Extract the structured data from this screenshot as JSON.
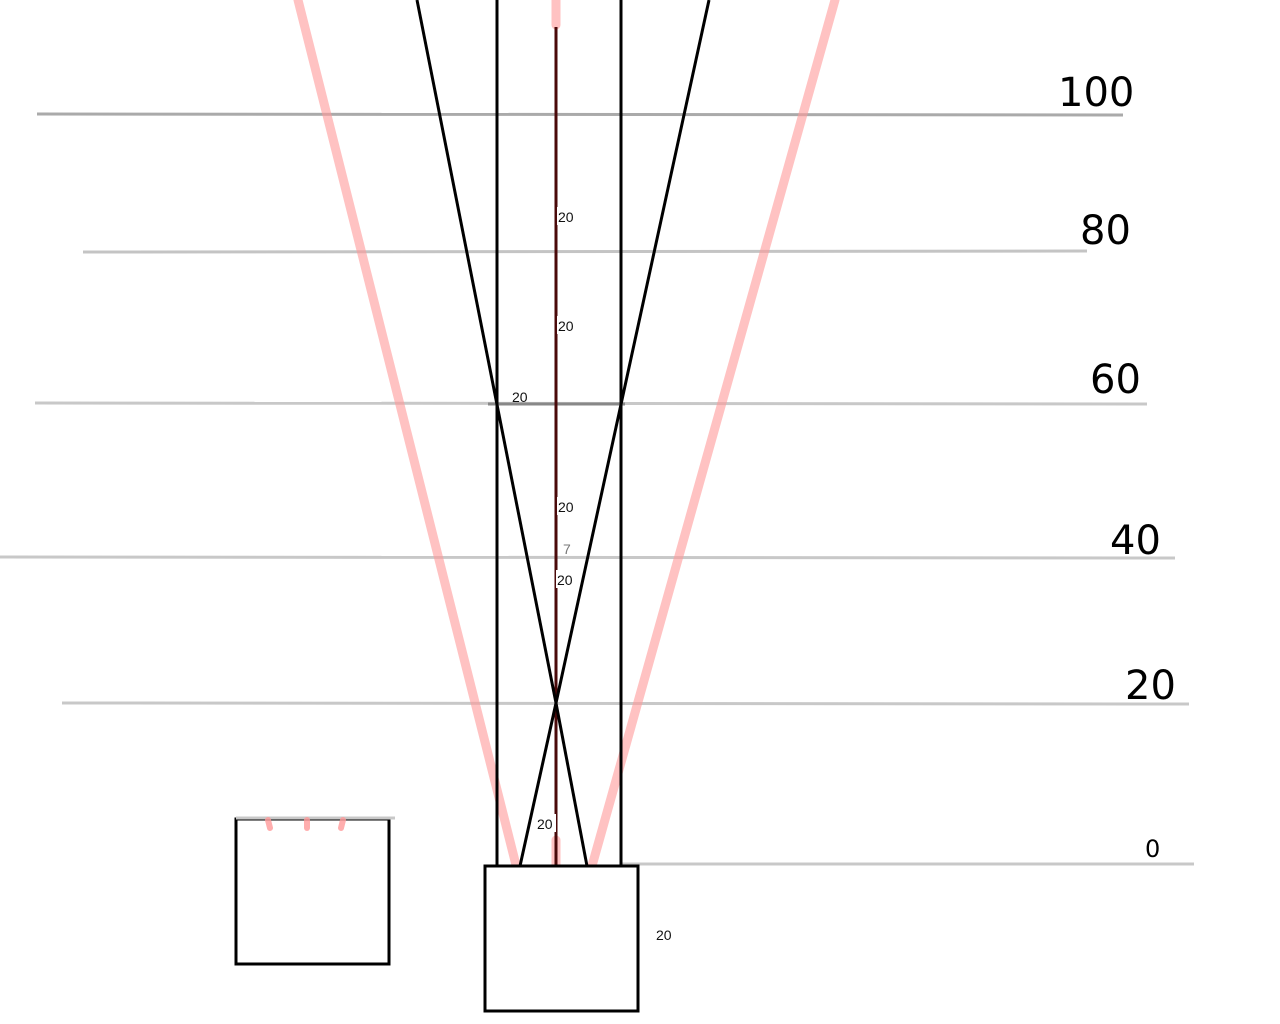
{
  "colors": {
    "background": "#ffffff",
    "ink": "#000000",
    "red_ray": "#ff9a9a",
    "dark_red": "#4a0a0a",
    "guide_line": "#c8c8c8",
    "guide_line_dark": "#aaaaaa"
  },
  "scale": {
    "levels": [
      {
        "value": 0,
        "label": "0"
      },
      {
        "value": 20,
        "label": "20"
      },
      {
        "value": 40,
        "label": "40"
      },
      {
        "value": 60,
        "label": "60"
      },
      {
        "value": 80,
        "label": "80"
      },
      {
        "value": 100,
        "label": "100"
      }
    ]
  },
  "dimensions": {
    "segment_1": "20",
    "segment_2": "20",
    "segment_3": "20",
    "segment_4": "20",
    "segment_5": "20",
    "offset_small": "7",
    "base_gap": "20",
    "box_size": "20"
  }
}
